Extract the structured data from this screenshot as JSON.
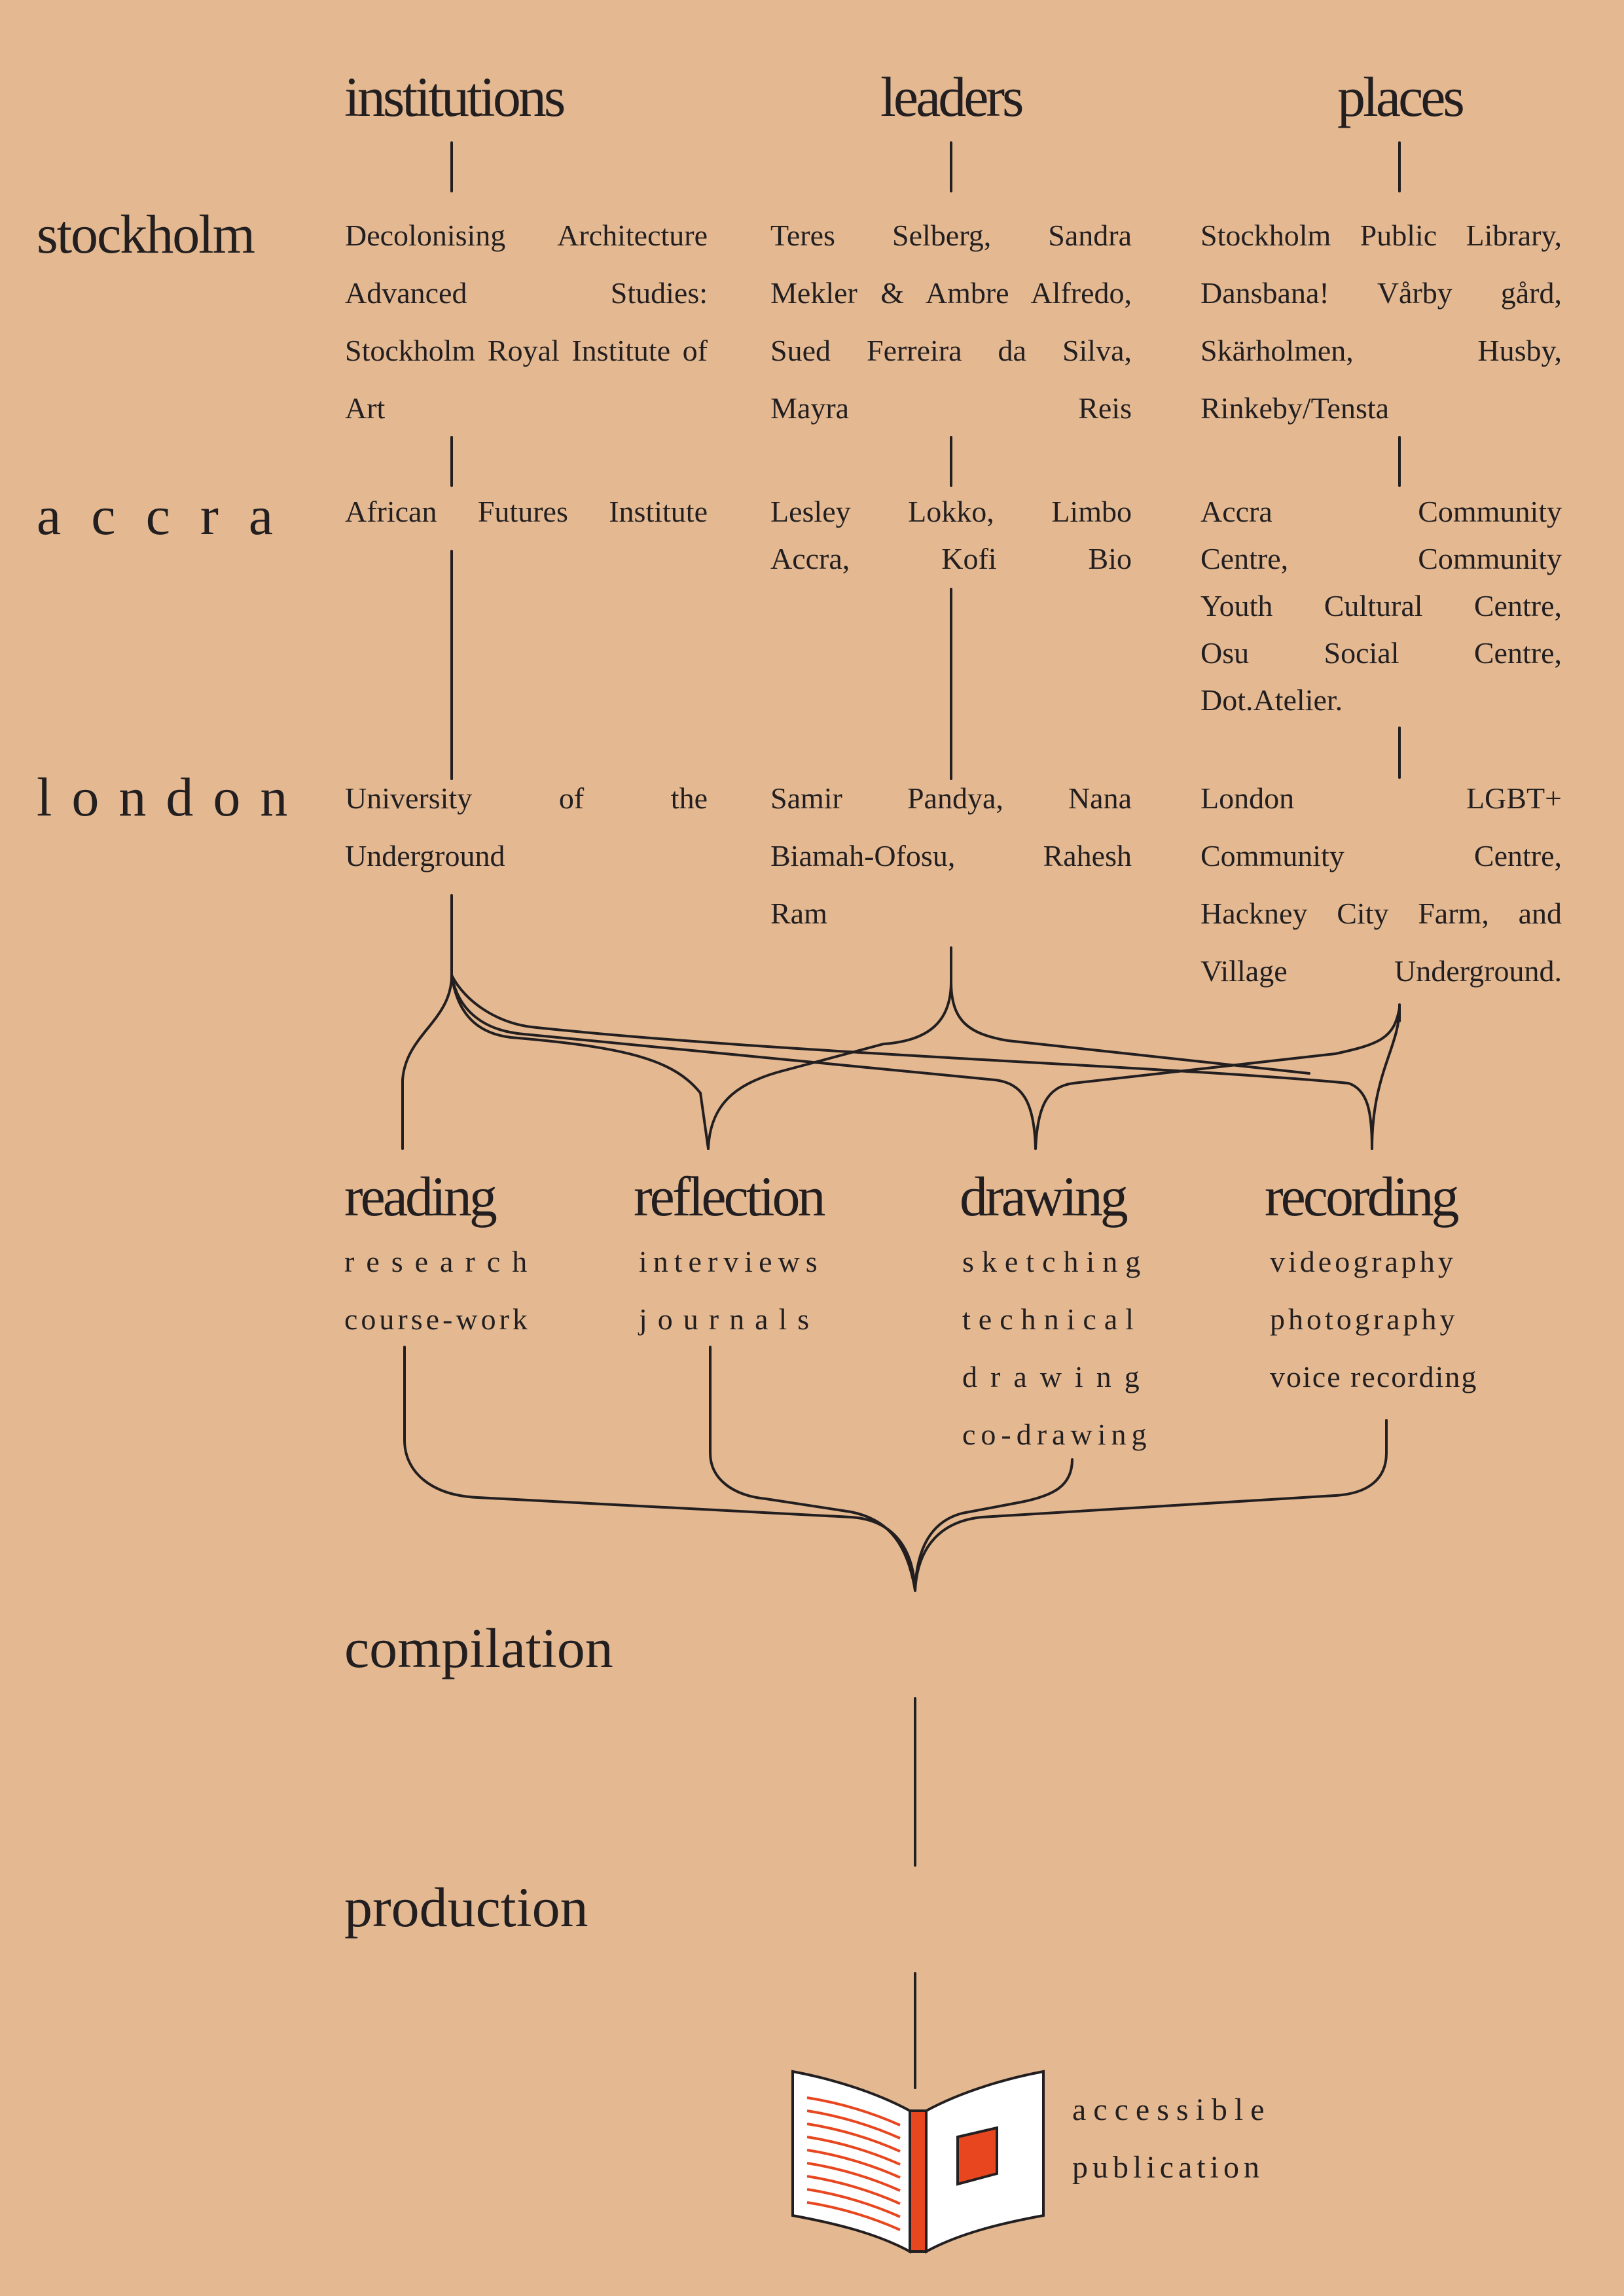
{
  "columns": {
    "institutions": "institutions",
    "leaders": "leaders",
    "places": "places"
  },
  "cities": {
    "stockholm": "stockholm",
    "accra": "accra",
    "london": "london"
  },
  "cells": {
    "stockholm": {
      "institutions": [
        "Decolonising Architecture",
        "Advanced Studies:",
        "Stockholm Royal Institute of",
        "Art"
      ],
      "leaders": [
        "Teres Selberg, Sandra",
        "Mekler & Ambre Alfredo,",
        "Sued Ferreira da Silva,",
        "Mayra Reis"
      ],
      "places": [
        "Stockholm Public Library,",
        "Dansbana! Vårby gård,",
        "Skärholmen, Husby,",
        "Rinkeby/Tensta"
      ]
    },
    "accra": {
      "institutions": [
        "African Futures Institute"
      ],
      "leaders": [
        "Lesley Lokko, Limbo",
        "Accra, Kofi Bio"
      ],
      "places": [
        "Accra Community",
        "Centre, Community",
        "Youth Cultural Centre,",
        "Osu Social Centre,",
        "Dot.Atelier."
      ]
    },
    "london": {
      "institutions": [
        "University of the",
        "Underground"
      ],
      "leaders": [
        "Samir Pandya, Nana",
        "Biamah-Ofosu, Rahesh",
        "Ram"
      ],
      "places": [
        "London LGBT+",
        "Community Centre,",
        "Hackney City Farm, and",
        "Village Underground."
      ]
    }
  },
  "methods": [
    {
      "title": "reading",
      "items": [
        "research",
        "course-work"
      ]
    },
    {
      "title": "reflection",
      "items": [
        "interviews",
        "journals"
      ]
    },
    {
      "title": "drawing",
      "items": [
        "sketching",
        "technical",
        "drawing",
        "co-drawing"
      ]
    },
    {
      "title": "recording",
      "items": [
        "videography",
        "photography",
        "voice recording"
      ]
    }
  ],
  "compilation": "compilation",
  "production": "production",
  "publication": [
    "accessible",
    "publication"
  ],
  "colors": {
    "background": "#e4b992",
    "ink": "#231f20",
    "accent": "#e8461e"
  },
  "icons": {
    "book": "open-book-icon"
  }
}
